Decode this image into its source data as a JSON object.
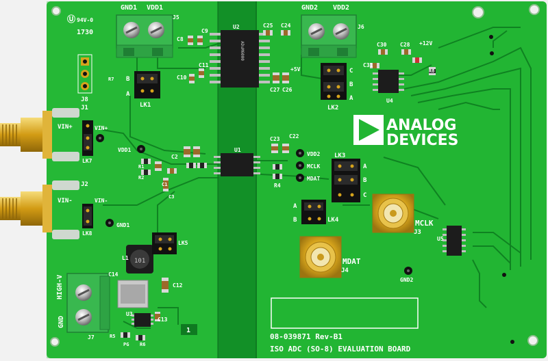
{
  "colors": {
    "pcb": "#22b533",
    "pcb_dark": "#159a2a",
    "isolation_gap": "#129027",
    "terminal_block": "#39b84f",
    "gold": "#d6a41c",
    "chip": "#1c1c1c"
  },
  "board": {
    "brand_line1": "ANALOG",
    "brand_line2": "DEVICES",
    "part_number": "08-039871 Rev-B1",
    "board_title": "ISO ADC (SO-8) EVALUATION BOARD",
    "marking_94v": "94V-0",
    "marking_date": "1730",
    "pad_label": "1"
  },
  "labels": {
    "gnd1": "GND1",
    "vdd1": "VDD1",
    "gnd2": "GND2",
    "vdd2": "VDD2",
    "j5": "J5",
    "j6": "J6",
    "j8": "J8",
    "j1": "J1",
    "j2": "J2",
    "j3": "J3",
    "j4": "J4",
    "j7": "J7",
    "u1": "U1",
    "u2": "U2",
    "u4": "U4",
    "u5": "U5",
    "lk1": "LK1",
    "lk2": "LK2",
    "lk3": "LK3",
    "lk4": "LK4",
    "lk5": "LK5",
    "lk7": "LK7",
    "lk8": "LK8",
    "vin_plus": "VIN+",
    "vin_plus_2": "VIN+",
    "vin_minus": "VIN-",
    "vin_minus_2": "VIN-",
    "vdd1_tp": "VDD1",
    "vdd2_tp": "VDD2",
    "mclk_tp": "MCLK",
    "mdat_tp": "MDAT",
    "mclk": "MCLK",
    "mdat": "MDAT",
    "gnd1_tp": "GND1",
    "gnd2_tp": "GND2",
    "high_v": "HIGH-V",
    "gnd_block": "GND",
    "plus5v": "+5V",
    "plus12v": "+12V",
    "pg": "PG",
    "c8": "C8",
    "c9": "C9",
    "c10": "C10",
    "c11": "C11",
    "c25": "C25",
    "c24": "C24",
    "c26": "C26",
    "c27": "C27",
    "c30": "C30",
    "c28": "C28",
    "c31": "C31",
    "c23": "C23",
    "c22": "C22",
    "c2": "C2",
    "c1": "C1",
    "c3": "C3",
    "c12": "C12",
    "c13": "C13",
    "c14": "C14",
    "r1": "R1",
    "r2": "R2",
    "r4": "R4",
    "r5": "R5",
    "r6": "R6",
    "r7": "R7",
    "r8": "R8",
    "l1": "L1",
    "u3": "U3",
    "a_lk1": "A",
    "b_lk1": "B",
    "a_lk2": "A",
    "b_lk2": "B",
    "c_lk2": "C",
    "a_lk3": "A",
    "b_lk3": "B",
    "c_lk3": "C",
    "a_lk4": "A",
    "b_lk4": "B",
    "inductor_mark": "101",
    "u2_marking": "ADuM6000"
  }
}
